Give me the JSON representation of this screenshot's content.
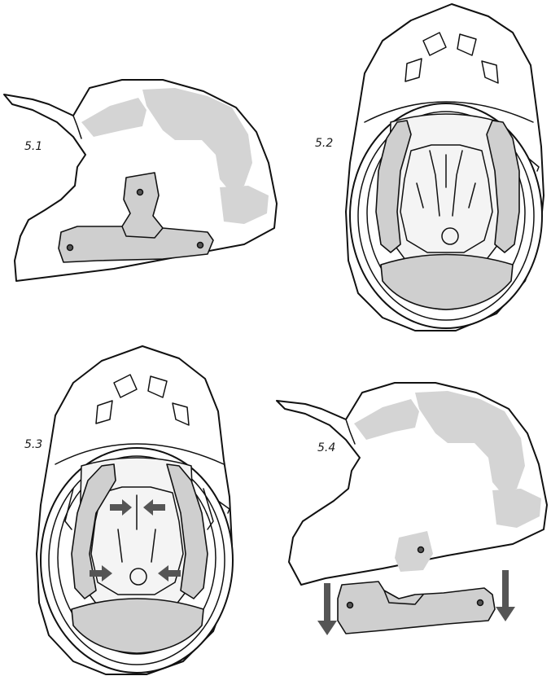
{
  "figure": {
    "steps": [
      {
        "label": "5.1",
        "view": "side"
      },
      {
        "label": "5.2",
        "view": "bottom"
      },
      {
        "label": "5.3",
        "view": "bottom"
      },
      {
        "label": "5.4",
        "view": "side"
      }
    ]
  },
  "colors": {
    "outline": "#111111",
    "pad_fill": "#d4d4d4",
    "liner_fill": "#f4f4f4",
    "bolt_and_arrow": "#555555"
  }
}
